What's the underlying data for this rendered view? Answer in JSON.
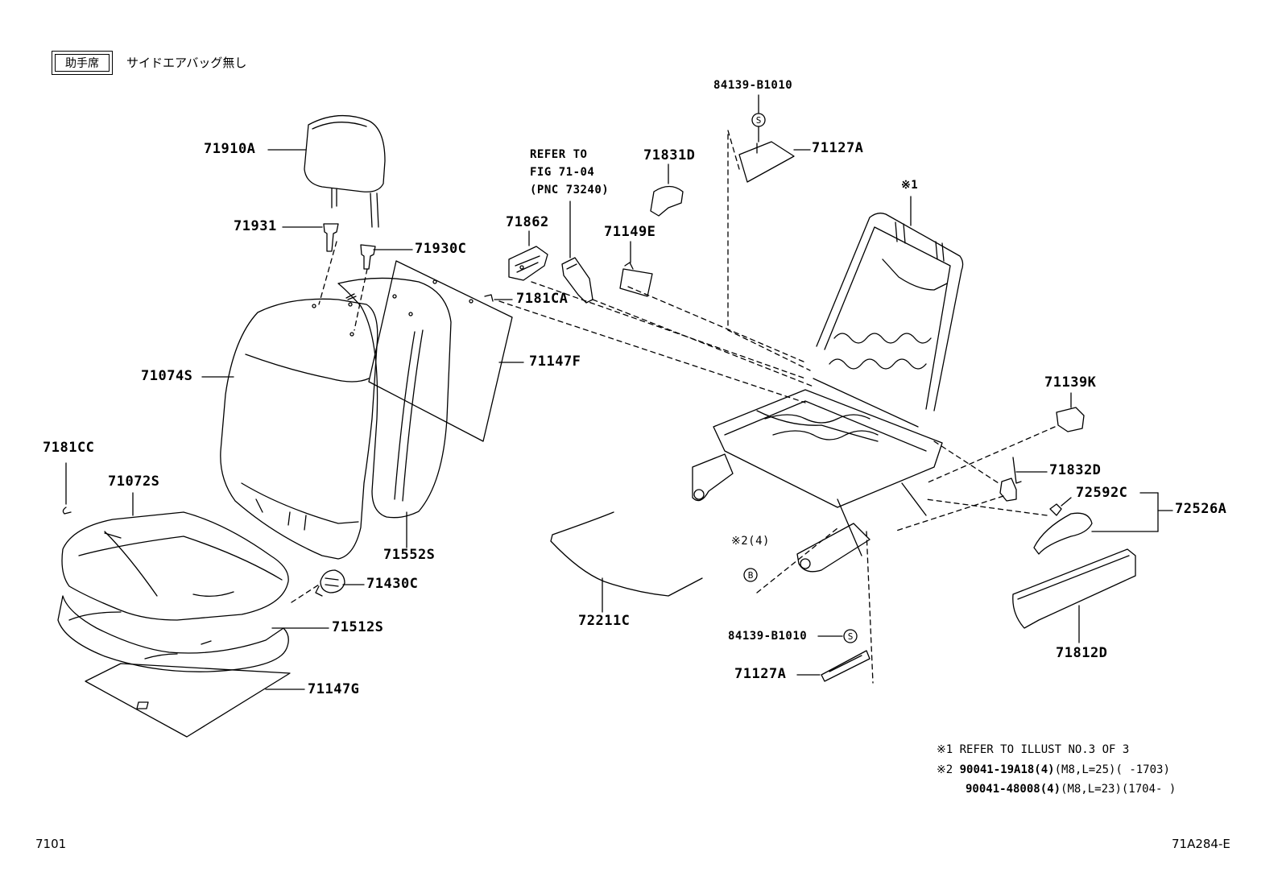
{
  "header": {
    "box_label": "助手席",
    "description": "サイドエアバッグ無し"
  },
  "parts": {
    "p71910A": "71910A",
    "p71931": "71931",
    "p71930C": "71930C",
    "p71074S": "71074S",
    "p7181CC": "7181CC",
    "p71072S": "71072S",
    "p71552S": "71552S",
    "p71147F": "71147F",
    "p7181CA": "7181CA",
    "p71862": "71862",
    "refer_line1": "REFER TO",
    "refer_line2": "FIG 71-04",
    "refer_line3": "(PNC 73240)",
    "p71831D": "71831D",
    "p71149E": "71149E",
    "p84139_top": "84139-B1010",
    "s_top": "S",
    "p71127A_top": "71127A",
    "mark1": "※1",
    "p71139K": "71139K",
    "p71832D": "71832D",
    "p72592C": "72592C",
    "p72526A": "72526A",
    "p71812D": "71812D",
    "mark2": "※2(4)",
    "b_mark": "B",
    "p71430C": "71430C",
    "p71512S": "71512S",
    "p71147G": "71147G",
    "p72211C": "72211C",
    "p84139_bottom": "84139-B1010",
    "s_bottom": "S",
    "p71127A_bottom": "71127A"
  },
  "notes": {
    "n1": "※1 REFER TO ILLUST NO.3 OF 3",
    "n2_prefix": "※2 ",
    "n2_part": "90041-19A18(4)",
    "n2_rest": "(M8,L=25)(     -1703)",
    "n3_part": "90041-48008(4)",
    "n3_rest": "(M8,L=23)(1704-     )"
  },
  "footer": {
    "left_code": "7101",
    "right_code": "71A284-E"
  }
}
